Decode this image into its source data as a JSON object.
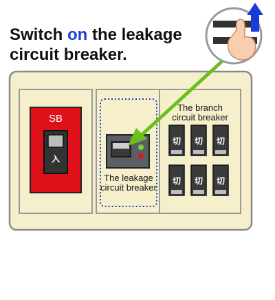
{
  "header": {
    "line1_pre": "Switch ",
    "line1_on": "on",
    "line1_post": " the leakage",
    "line2": "circuit breaker."
  },
  "panel": {
    "sb_label": "SB",
    "sb_switch_char": "入",
    "leakage_label_1": "The leakage",
    "leakage_label_2": "circuit breaker",
    "branch_label_1": "The branch",
    "branch_label_2": "circuit breaker",
    "branch_switch_char": "切",
    "branch_breaker_count": 6
  },
  "colors": {
    "accent_on": "#1a43d6",
    "arrow_green": "#6cc01c",
    "sb_red": "#e0101b",
    "panel_cream": "#f6efcb",
    "up_arrow_blue": "#1b3bd6"
  },
  "icons": {
    "hand": "pointing-hand-icon",
    "up_arrow": "up-arrow-icon"
  }
}
